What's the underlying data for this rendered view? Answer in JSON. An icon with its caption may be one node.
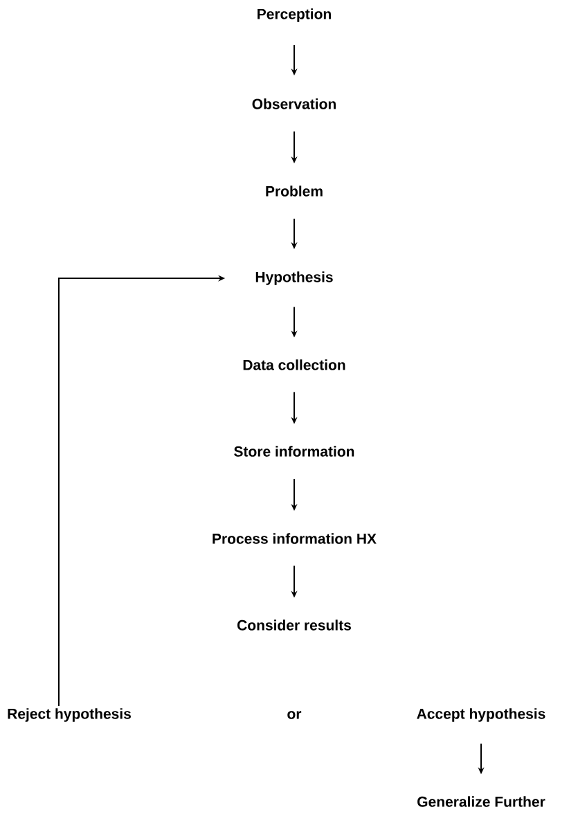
{
  "diagram": {
    "nodes": [
      {
        "text": [
          "Perception"
        ]
      },
      {
        "text": [
          "Observation"
        ]
      },
      {
        "text": [
          "Problem"
        ]
      },
      {
        "text": [
          "Hypothesis"
        ]
      },
      {
        "text": [
          "Data collection"
        ]
      },
      {
        "text": [
          "Store information"
        ]
      },
      {
        "text": [
          "Process information HX"
        ]
      },
      {
        "text": [
          "Consider results"
        ]
      },
      {
        "text": [
          "Reject hypothesis"
        ]
      },
      {
        "text": [
          "Accept hypothesis"
        ]
      },
      {
        "text": [
          "Generalize Further"
        ]
      }
    ],
    "edges": [
      {
        "from": 0,
        "to": 1,
        "arrow": "to"
      },
      {
        "from": 1,
        "to": 2,
        "arrow": "to"
      },
      {
        "from": 2,
        "to": 3,
        "arrow": "to"
      },
      {
        "from": 3,
        "to": 4,
        "arrow": "to"
      },
      {
        "from": 4,
        "to": 5,
        "arrow": "to"
      },
      {
        "from": 5,
        "to": 6,
        "arrow": "to"
      },
      {
        "from": 6,
        "to": 7,
        "arrow": "to"
      },
      {
        "from": 8,
        "to": 3,
        "arrow": "to"
      },
      {
        "from": 9,
        "to": 10,
        "arrow": "to"
      }
    ],
    "labels": [
      "or"
    ]
  }
}
